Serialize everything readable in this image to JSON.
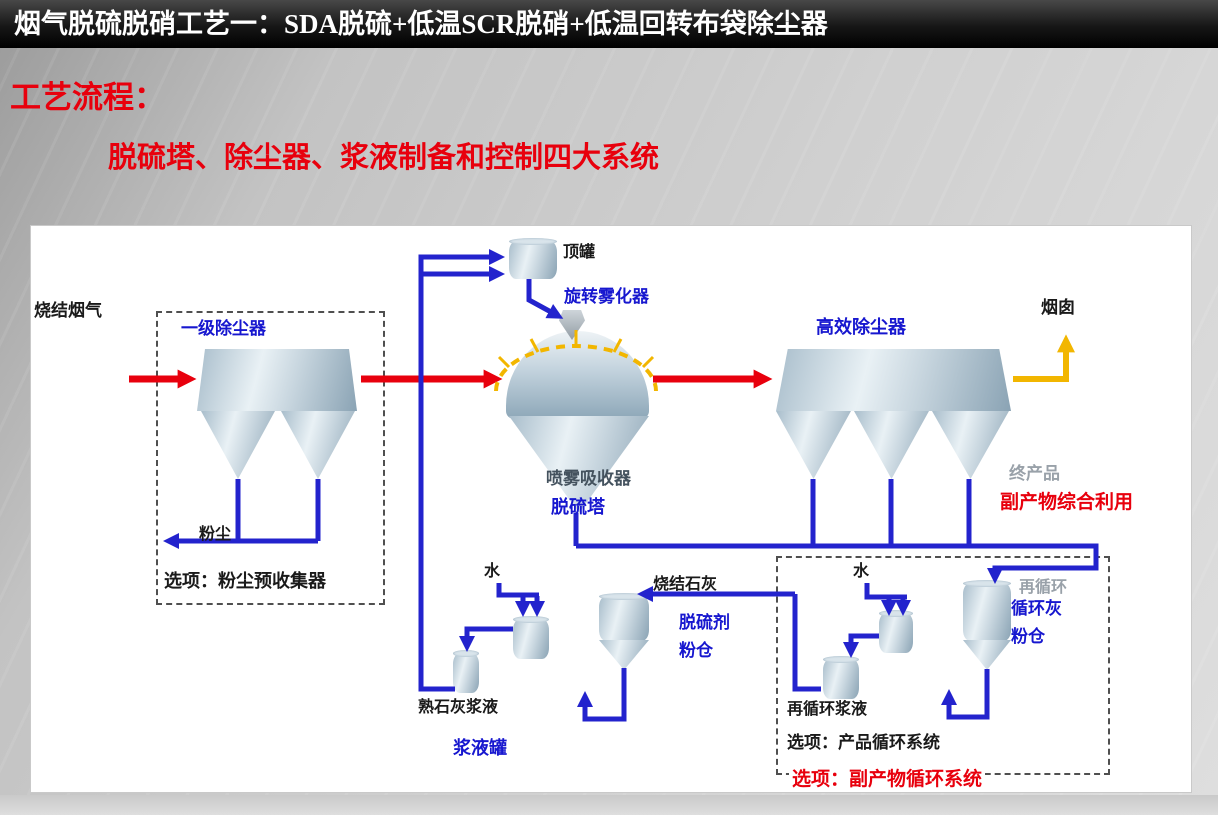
{
  "header": {
    "title": "烟气脱硫脱硝工艺一：SDA脱硫+低温SCR脱硝+低温回转布袋除尘器"
  },
  "headings": {
    "line1": "工艺流程：",
    "line2": "脱硫塔、除尘器、浆液制备和控制四大系统"
  },
  "diagram": {
    "labels": {
      "sinter_flue_gas": "烧结烟气",
      "primary_collector": "一级除尘器",
      "dust": "粉尘",
      "option_precollector": "选项：粉尘预收集器",
      "top_tank": "顶罐",
      "rotary_atomizer": "旋转雾化器",
      "spray_absorber": "喷雾吸收器",
      "desulfurization_tower": "脱硫塔",
      "high_eff_collector": "高效除尘器",
      "chimney": "烟囱",
      "final_product": "终产品",
      "byproduct_use": "副产物综合利用",
      "water_left": "水",
      "sintered_lime": "烧结石灰",
      "desulfurizer": "脱硫剂",
      "powder_bin_1": "粉仓",
      "slaked_lime_slurry": "熟石灰浆液",
      "slurry_tank": "浆液罐",
      "water_right": "水",
      "recirculation": "再循环",
      "circulating_ash": "循环灰",
      "powder_bin_2": "粉仓",
      "recirc_slurry": "再循环浆液",
      "option_product_recirc": "选项：产品循环系统",
      "option_byproduct_recirc": "选项：副产物循环系统"
    },
    "colors": {
      "flue_gas_arrow": "#e8000d",
      "slurry_pipe": "#2323cd",
      "clean_gas_arrow": "#f2b600",
      "label_blue": "#1717cf",
      "label_red": "#e8000d"
    }
  }
}
